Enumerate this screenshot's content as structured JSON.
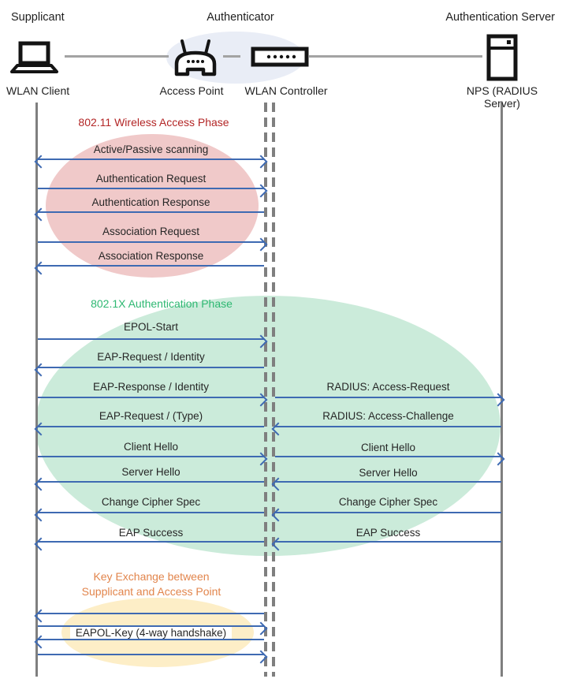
{
  "colors": {
    "arrow-blue": "#3e6ab2",
    "lifeline-gray": "#7f7f7f",
    "text": "#262626",
    "phase-red-text": "#b32626",
    "phase-red-fill": "#f0c9c9",
    "phase-green-text": "#2eb872",
    "phase-green-fill": "#cbebda",
    "phase-orange-text": "#e2854c",
    "phase-yellow-fill": "#fdeec7",
    "authenticator-fill": "#e9edf6"
  },
  "header": {
    "roles": [
      {
        "label": "Supplicant"
      },
      {
        "label": "Authenticator"
      },
      {
        "label": "Authentication Server"
      }
    ]
  },
  "nodes": [
    {
      "label": "WLAN Client",
      "icon": "laptop-icon"
    },
    {
      "label": "Access Point",
      "icon": "access-point-icon"
    },
    {
      "label": "WLAN Controller",
      "icon": "network-switch-icon"
    },
    {
      "label": "NPS (RADIUS Server)",
      "icon": "server-icon"
    }
  ],
  "phases": [
    {
      "title": "802.11 Wireless Access Phase"
    },
    {
      "title": "802.1X Authentication Phase"
    },
    {
      "title": "Key Exchange between\nSupplicant and Access Point"
    }
  ],
  "messages": {
    "left": [
      {
        "label": "Active/Passive scanning",
        "direction": "both"
      },
      {
        "label": "Authentication Request",
        "direction": "right"
      },
      {
        "label": "Authentication Response",
        "direction": "left"
      },
      {
        "label": "Association Request",
        "direction": "right"
      },
      {
        "label": "Association Response",
        "direction": "left"
      },
      {
        "label": "EPOL-Start",
        "direction": "right"
      },
      {
        "label": "EAP-Request / Identity",
        "direction": "left"
      },
      {
        "label": "EAP-Response / Identity",
        "direction": "right"
      },
      {
        "label": "EAP-Request / (Type)",
        "direction": "left"
      },
      {
        "label": "Client Hello",
        "direction": "right"
      },
      {
        "label": "Server Hello",
        "direction": "left"
      },
      {
        "label": "Change Cipher Spec",
        "direction": "left"
      },
      {
        "label": "EAP Success",
        "direction": "left"
      },
      {
        "label": "",
        "direction": "left"
      },
      {
        "label": "",
        "direction": "right"
      },
      {
        "label": "EAPOL-Key (4-way handshake)",
        "direction": "left"
      },
      {
        "label": "",
        "direction": "right"
      }
    ],
    "right": [
      {
        "label": "RADIUS: Access-Request",
        "direction": "right"
      },
      {
        "label": "RADIUS: Access-Challenge",
        "direction": "left"
      },
      {
        "label": "Client Hello",
        "direction": "right"
      },
      {
        "label": "Server Hello",
        "direction": "left"
      },
      {
        "label": "Change Cipher Spec",
        "direction": "left"
      },
      {
        "label": "EAP Success",
        "direction": "left"
      }
    ]
  }
}
